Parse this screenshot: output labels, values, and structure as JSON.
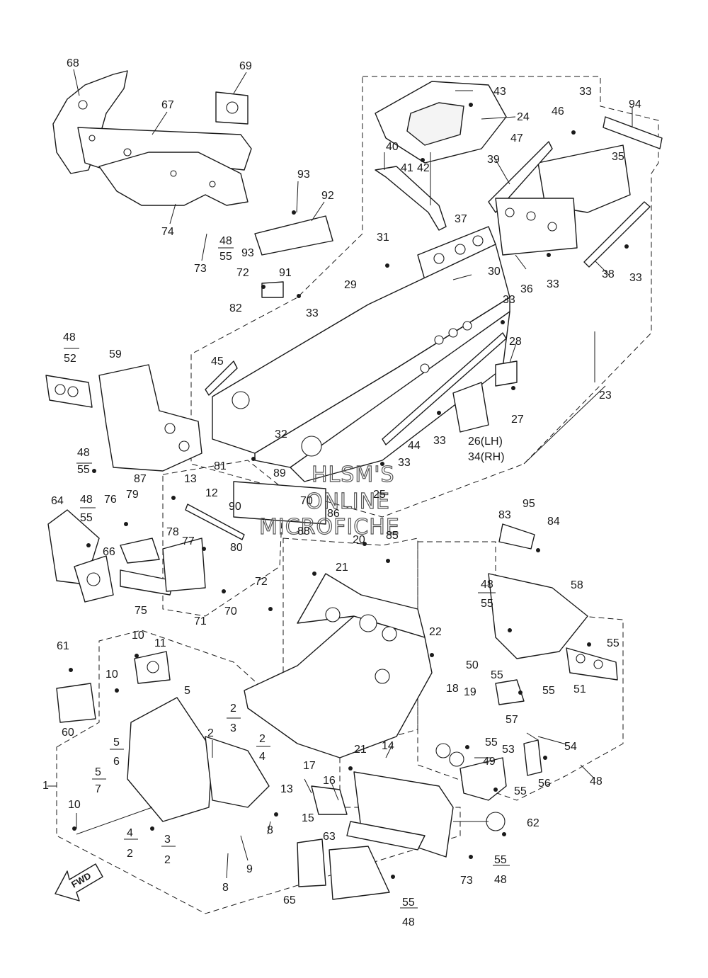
{
  "watermark": {
    "line1": "HLSM'S",
    "line2": "ONLINE",
    "line3": "MICROFICHE"
  },
  "fwd_label": "FWD",
  "callouts": [
    {
      "id": "c68",
      "text": "68"
    },
    {
      "id": "c69",
      "text": "69"
    },
    {
      "id": "c67",
      "text": "67"
    },
    {
      "id": "c74",
      "text": "74"
    },
    {
      "id": "c73a",
      "text": "73"
    },
    {
      "id": "c48a",
      "text": "48"
    },
    {
      "id": "c55a",
      "text": "55"
    },
    {
      "id": "c93a",
      "text": "93"
    },
    {
      "id": "c92",
      "text": "92"
    },
    {
      "id": "c93b",
      "text": "93"
    },
    {
      "id": "c91",
      "text": "91"
    },
    {
      "id": "c72a",
      "text": "72"
    },
    {
      "id": "c82",
      "text": "82"
    },
    {
      "id": "c31",
      "text": "31"
    },
    {
      "id": "c29",
      "text": "29"
    },
    {
      "id": "c33a",
      "text": "33"
    },
    {
      "id": "c43",
      "text": "43"
    },
    {
      "id": "c24",
      "text": "24"
    },
    {
      "id": "c40",
      "text": "40"
    },
    {
      "id": "c41",
      "text": "41"
    },
    {
      "id": "c42",
      "text": "42"
    },
    {
      "id": "c39",
      "text": "39"
    },
    {
      "id": "c47",
      "text": "47"
    },
    {
      "id": "c46",
      "text": "46"
    },
    {
      "id": "c33b",
      "text": "33"
    },
    {
      "id": "c94",
      "text": "94"
    },
    {
      "id": "c35",
      "text": "35"
    },
    {
      "id": "c37",
      "text": "37"
    },
    {
      "id": "c30",
      "text": "30"
    },
    {
      "id": "c36",
      "text": "36"
    },
    {
      "id": "c33c",
      "text": "33"
    },
    {
      "id": "c38",
      "text": "38"
    },
    {
      "id": "c33d",
      "text": "33"
    },
    {
      "id": "c33e",
      "text": "33"
    },
    {
      "id": "c28",
      "text": "28"
    },
    {
      "id": "c27",
      "text": "27"
    },
    {
      "id": "c23",
      "text": "23"
    },
    {
      "id": "c26",
      "text": "26(LH)"
    },
    {
      "id": "c34",
      "text": "34(RH)"
    },
    {
      "id": "c33f",
      "text": "33"
    },
    {
      "id": "c44",
      "text": "44"
    },
    {
      "id": "c33g",
      "text": "33"
    },
    {
      "id": "c25",
      "text": "25"
    },
    {
      "id": "c48b",
      "text": "48"
    },
    {
      "id": "c52",
      "text": "52"
    },
    {
      "id": "c59",
      "text": "59"
    },
    {
      "id": "c45",
      "text": "45"
    },
    {
      "id": "c32",
      "text": "32"
    },
    {
      "id": "c81",
      "text": "81"
    },
    {
      "id": "c48c",
      "text": "48"
    },
    {
      "id": "c55b",
      "text": "55"
    },
    {
      "id": "c89",
      "text": "89"
    },
    {
      "id": "c90",
      "text": "90"
    },
    {
      "id": "c70a",
      "text": "70"
    },
    {
      "id": "c86",
      "text": "86"
    },
    {
      "id": "c88",
      "text": "88"
    },
    {
      "id": "c13a",
      "text": "13"
    },
    {
      "id": "c12",
      "text": "12"
    },
    {
      "id": "c87",
      "text": "87"
    },
    {
      "id": "c79",
      "text": "79"
    },
    {
      "id": "c76",
      "text": "76"
    },
    {
      "id": "c48d",
      "text": "48"
    },
    {
      "id": "c55c",
      "text": "55"
    },
    {
      "id": "c64",
      "text": "64"
    },
    {
      "id": "c78",
      "text": "78"
    },
    {
      "id": "c77",
      "text": "77"
    },
    {
      "id": "c80",
      "text": "80"
    },
    {
      "id": "c66",
      "text": "66"
    },
    {
      "id": "c75",
      "text": "75"
    },
    {
      "id": "c72b",
      "text": "72"
    },
    {
      "id": "c70b",
      "text": "70"
    },
    {
      "id": "c71",
      "text": "71"
    },
    {
      "id": "c10a",
      "text": "10"
    },
    {
      "id": "c11",
      "text": "11"
    },
    {
      "id": "c61",
      "text": "61"
    },
    {
      "id": "c10b",
      "text": "10"
    },
    {
      "id": "c60",
      "text": "60"
    },
    {
      "id": "c5a",
      "text": "5"
    },
    {
      "id": "c2a",
      "text": "2"
    },
    {
      "id": "c3a",
      "text": "3"
    },
    {
      "id": "c2b",
      "text": "2"
    },
    {
      "id": "c4a",
      "text": "4"
    },
    {
      "id": "c5b",
      "text": "5"
    },
    {
      "id": "c6",
      "text": "6"
    },
    {
      "id": "c5c",
      "text": "5"
    },
    {
      "id": "c7",
      "text": "7"
    },
    {
      "id": "c1",
      "text": "1"
    },
    {
      "id": "c2c",
      "text": "2"
    },
    {
      "id": "c10c",
      "text": "10"
    },
    {
      "id": "c4b",
      "text": "4"
    },
    {
      "id": "c2d",
      "text": "2"
    },
    {
      "id": "c3b",
      "text": "3"
    },
    {
      "id": "c2e",
      "text": "2"
    },
    {
      "id": "c13b",
      "text": "13"
    },
    {
      "id": "c8a",
      "text": "8"
    },
    {
      "id": "c9",
      "text": "9"
    },
    {
      "id": "c8b",
      "text": "8"
    },
    {
      "id": "c20",
      "text": "20"
    },
    {
      "id": "c85",
      "text": "85"
    },
    {
      "id": "c21a",
      "text": "21"
    },
    {
      "id": "c22",
      "text": "22"
    },
    {
      "id": "c50",
      "text": "50"
    },
    {
      "id": "c18",
      "text": "18"
    },
    {
      "id": "c19",
      "text": "19"
    },
    {
      "id": "c21b",
      "text": "21"
    },
    {
      "id": "c14",
      "text": "14"
    },
    {
      "id": "c17",
      "text": "17"
    },
    {
      "id": "c16",
      "text": "16"
    },
    {
      "id": "c15",
      "text": "15"
    },
    {
      "id": "c63",
      "text": "63"
    },
    {
      "id": "c65",
      "text": "65"
    },
    {
      "id": "c55d",
      "text": "55"
    },
    {
      "id": "c48e",
      "text": "48"
    },
    {
      "id": "c73b",
      "text": "73"
    },
    {
      "id": "c55e",
      "text": "55"
    },
    {
      "id": "c48f",
      "text": "48"
    },
    {
      "id": "c62",
      "text": "62"
    },
    {
      "id": "c83",
      "text": "83"
    },
    {
      "id": "c95",
      "text": "95"
    },
    {
      "id": "c84",
      "text": "84"
    },
    {
      "id": "c48g",
      "text": "48"
    },
    {
      "id": "c55f",
      "text": "55"
    },
    {
      "id": "c58",
      "text": "58"
    },
    {
      "id": "c55g",
      "text": "55"
    },
    {
      "id": "c51",
      "text": "51"
    },
    {
      "id": "c55h",
      "text": "55"
    },
    {
      "id": "c55i",
      "text": "55"
    },
    {
      "id": "c57",
      "text": "57"
    },
    {
      "id": "c55j",
      "text": "55"
    },
    {
      "id": "c54",
      "text": "54"
    },
    {
      "id": "c49",
      "text": "49"
    },
    {
      "id": "c53",
      "text": "53"
    },
    {
      "id": "c56",
      "text": "56"
    },
    {
      "id": "c55k",
      "text": "55"
    },
    {
      "id": "c48h",
      "text": "48"
    }
  ]
}
